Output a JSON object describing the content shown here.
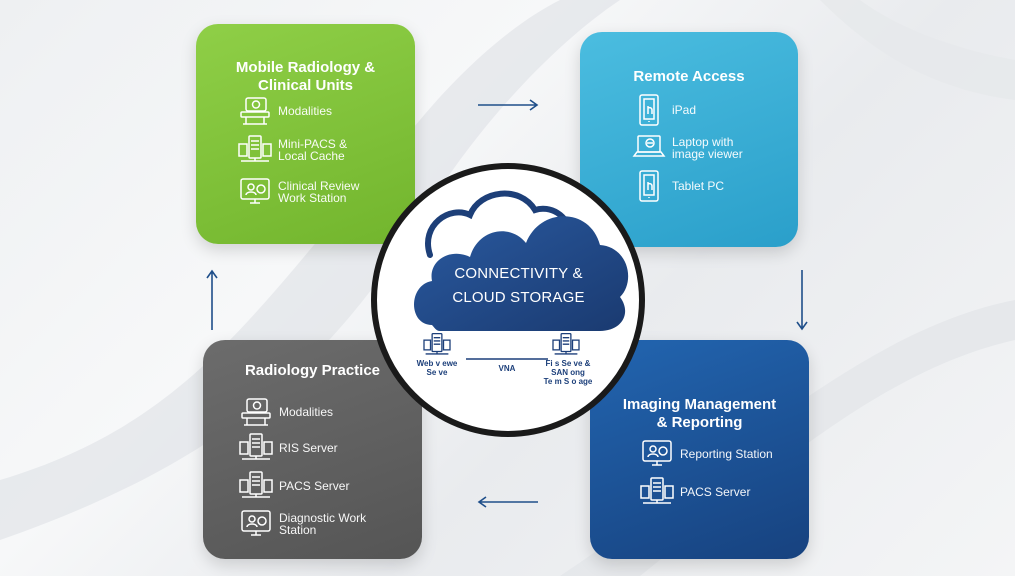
{
  "center": {
    "title": "CONNECTIVITY &\nCLOUD STORAGE"
  },
  "network": {
    "left_label": "Web v ewe\nSe ve",
    "middle_label": "VNA",
    "right_label": "Fi s Se ve  &\nSAN   ong\nTe m S o age"
  },
  "cards": {
    "mobile": {
      "title": "Mobile Radiology &\nClinical Units",
      "items": [
        {
          "label": "Modalities",
          "icon": "modality-icon"
        },
        {
          "label": "Mini-PACS &\nLocal Cache",
          "icon": "server-icon"
        },
        {
          "label": "Clinical Review\nWork Station",
          "icon": "workstation-icon"
        }
      ]
    },
    "remote": {
      "title": "Remote Access",
      "items": [
        {
          "label": "iPad",
          "icon": "tablet-icon"
        },
        {
          "label": "Laptop with\nimage viewer",
          "icon": "laptop-icon"
        },
        {
          "label": "Tablet PC",
          "icon": "tablet-icon"
        }
      ]
    },
    "practice": {
      "title": "Radiology Practice",
      "items": [
        {
          "label": "Modalities",
          "icon": "modality-icon"
        },
        {
          "label": "RIS Server",
          "icon": "server-icon"
        },
        {
          "label": "PACS Server",
          "icon": "server-icon"
        },
        {
          "label": "Diagnostic Work\nStation",
          "icon": "workstation-icon"
        }
      ]
    },
    "imaging": {
      "title": "Imaging Management\n& Reporting",
      "items": [
        {
          "label": "Reporting Station",
          "icon": "workstation-icon"
        },
        {
          "label": "PACS Server",
          "icon": "server-icon"
        }
      ]
    }
  },
  "colors": {
    "mobile": "#7dc13a",
    "remote": "#36aed6",
    "practice": "#616161",
    "imaging": "#1d559c",
    "cloud": "#1f4788",
    "arrow": "#1f4f8a"
  }
}
